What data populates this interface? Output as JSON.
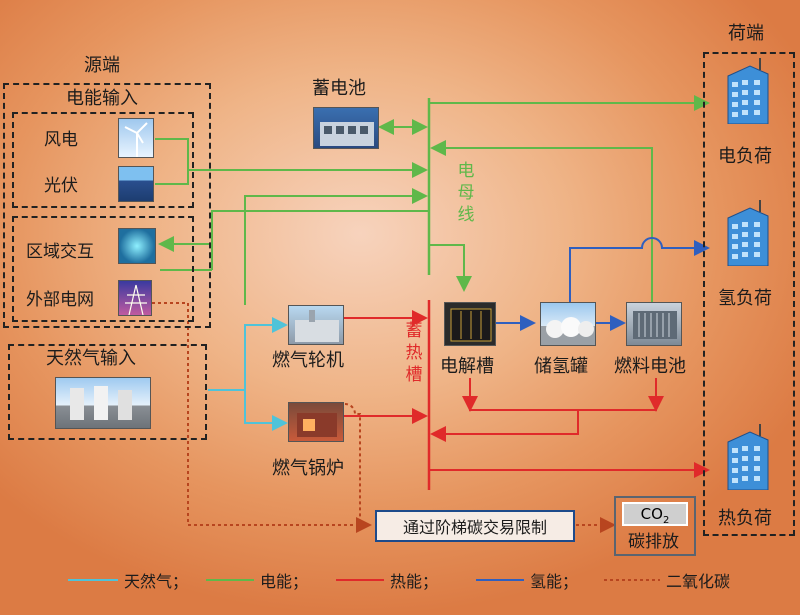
{
  "source": {
    "title": "源端",
    "electric_input": "电能输入",
    "wind": "风电",
    "solar": "光伏",
    "regional": "区域交互",
    "grid": "外部电网",
    "gas_input": "天然气输入"
  },
  "load": {
    "title": "荷端",
    "electric": "电负荷",
    "hydrogen": "氢负荷",
    "heat": "热负荷"
  },
  "devices": {
    "battery": "蓄电池",
    "bus_v": [
      "电",
      "母",
      "线"
    ],
    "heat_tank_v": [
      "蓄",
      "热",
      "槽"
    ],
    "gas_turbine": "燃气轮机",
    "gas_boiler": "燃气锅炉",
    "electrolyzer": "电解槽",
    "h2_tank": "储氢罐",
    "fuel_cell": "燃料电池"
  },
  "trade": {
    "label": "通过阶梯碳交易限制",
    "co2_main": "CO",
    "co2_sub": "2",
    "emission": "碳排放"
  },
  "legend": {
    "gas": "天然气；",
    "electric": "电能；",
    "heat": "热能；",
    "hydrogen": "氢能；",
    "co2": "二氧化碳"
  },
  "colors": {
    "gas": "#4fc3d9",
    "electric": "#5fb84a",
    "heat": "#e02a2a",
    "hydrogen": "#2f5fbf",
    "co2": "#b8451f"
  }
}
